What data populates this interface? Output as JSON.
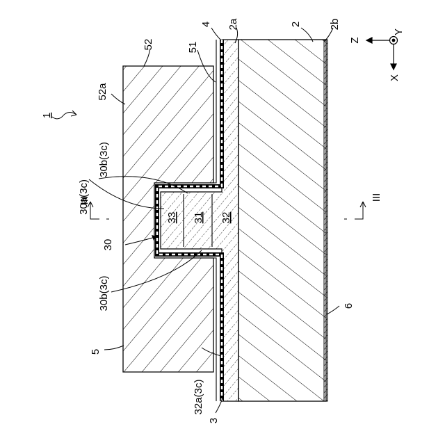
{
  "figure": {
    "labels": {
      "ref_1": "1",
      "ref_2": "2",
      "ref_2a": "2a",
      "ref_2b": "2b",
      "ref_3": "3",
      "ref_4": "4",
      "ref_5": "5",
      "ref_6": "6",
      "ref_30": "30",
      "ref_31": "31",
      "ref_32": "32",
      "ref_33": "33",
      "ref_51": "51",
      "ref_52": "52",
      "ref_52a": "52a",
      "ref_30a_3c": "30a(3c)",
      "ref_30b_3c_top": "30b(3c)",
      "ref_30b_3c_bottom": "30b(3c)",
      "ref_32a_3c": "32a(3c)",
      "section_mark_left": "III",
      "section_mark_right": "III"
    },
    "axes": {
      "z": "Z",
      "x": "X",
      "y": "Y"
    }
  }
}
